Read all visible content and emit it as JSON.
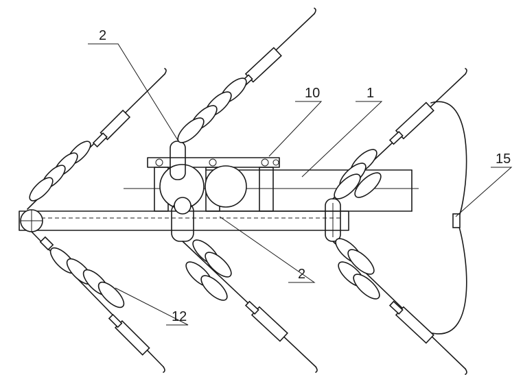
{
  "callouts": [
    {
      "id": "callout-2-top",
      "text": "2"
    },
    {
      "id": "callout-10",
      "text": "10"
    },
    {
      "id": "callout-1",
      "text": "1"
    },
    {
      "id": "callout-15",
      "text": "15"
    },
    {
      "id": "callout-2-bottom",
      "text": "2"
    },
    {
      "id": "callout-12",
      "text": "12"
    }
  ]
}
